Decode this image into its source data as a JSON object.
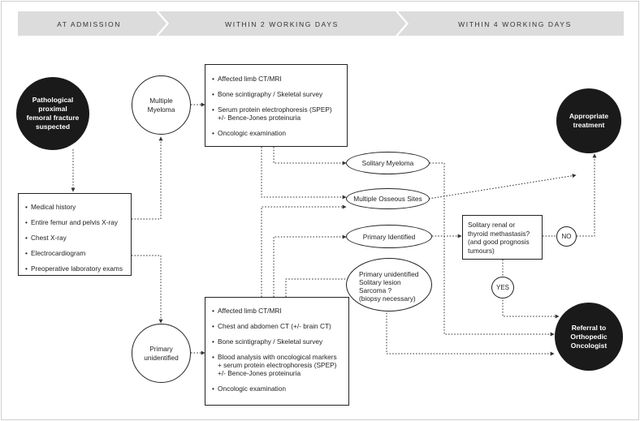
{
  "header": {
    "steps": [
      "AT ADMISSION",
      "WITHIN 2 WORKING DAYS",
      "WITHIN 4 WORKING DAYS"
    ]
  },
  "nodes": {
    "start": "Pathological\nproximal\nfemoral fracture\nsuspected",
    "multiple_myeloma": "Multiple\nMyeloma",
    "primary_unidentified_circle": "Primary\nunidentified",
    "appropriate_treatment": "Appropriate\ntreatment",
    "referral": "Referral to\nOrthopedic\nOncologist",
    "solitary_myeloma": "Solitary Myeloma",
    "multiple_osseous_sites": "Multiple Osseous Sites",
    "primary_identified": "Primary Identified",
    "primary_unidentified_oval": "Primary unidentified\nSolitary lesion\nSarcoma ?\n(biopsy necessary)",
    "solitary_renal": "Solitary renal or\nthyroid methastasis?\n(and good prognosis\ntumours)",
    "no": "NO",
    "yes": "YES"
  },
  "lists": {
    "admission": [
      "Medical history",
      "Entire femur and pelvis X-ray",
      "Chest X-ray",
      "Electrocardiogram",
      "Preoperative laboratory exams"
    ],
    "myeloma": [
      "Affected limb CT/MRI",
      "Bone scintigraphy / Skeletal survey",
      "Serum protein electrophoresis (SPEP)\n+/- Bence-Jones proteinuria",
      "Oncologic examination"
    ],
    "unidentified": [
      "Affected limb CT/MRI",
      "Chest and abdomen CT (+/- brain CT)",
      "Bone scintigraphy / Skeletal survey",
      "Blood analysis with oncological markers\n+ serum protein electrophoresis (SPEP)\n+/- Bence-Jones proteinuria",
      "Oncologic examination"
    ]
  },
  "colors": {
    "header_band": "#dcdcdc",
    "black_node": "#1a1a1a",
    "line": "#333333"
  }
}
